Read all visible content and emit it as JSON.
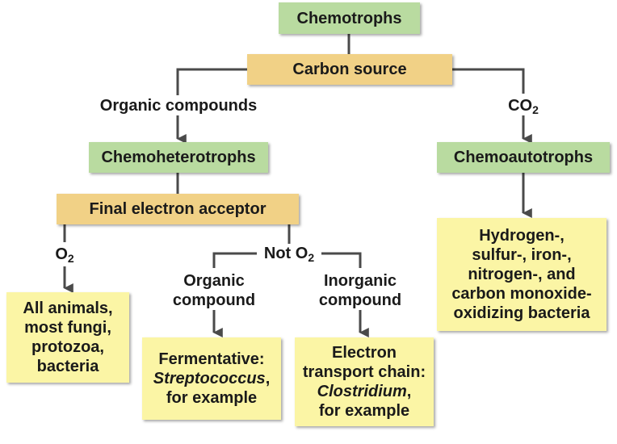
{
  "colors": {
    "green_box": "#b9dba0",
    "tan_box": "#f1d186",
    "yellow_box": "#fbf5a5",
    "connector": "#4a4a4a"
  },
  "nodes": {
    "chemotrophs": "Chemotrophs",
    "carbon_source": "Carbon source",
    "chemoheterotrophs": "Chemoheterotrophs",
    "chemoautotrophs": "Chemoautotrophs",
    "final_electron_acceptor": "Final electron acceptor",
    "animals": [
      "All animals,",
      "most fungi,",
      "protozoa,",
      "bacteria"
    ],
    "fermentative": {
      "line1": "Fermentative:",
      "organism": "Streptococcus",
      "organism_suffix": ",",
      "line3": "for example"
    },
    "electron_transport": {
      "line1": "Electron",
      "line2": "transport chain:",
      "organism": "Clostridium",
      "organism_suffix": ",",
      "line4": "for example"
    },
    "oxidizing_bacteria": [
      "Hydrogen-,",
      "sulfur-, iron-,",
      "nitrogen-, and",
      "carbon monoxide-",
      "oxidizing bacteria"
    ]
  },
  "edge_labels": {
    "organic_compounds": "Organic compounds",
    "co2": {
      "base": "CO",
      "sub": "2"
    },
    "o2": {
      "base": "O",
      "sub": "2"
    },
    "not_o2": {
      "base": "Not O",
      "sub": "2"
    },
    "organic_compound": [
      "Organic",
      "compound"
    ],
    "inorganic_compound": [
      "Inorganic",
      "compound"
    ]
  }
}
